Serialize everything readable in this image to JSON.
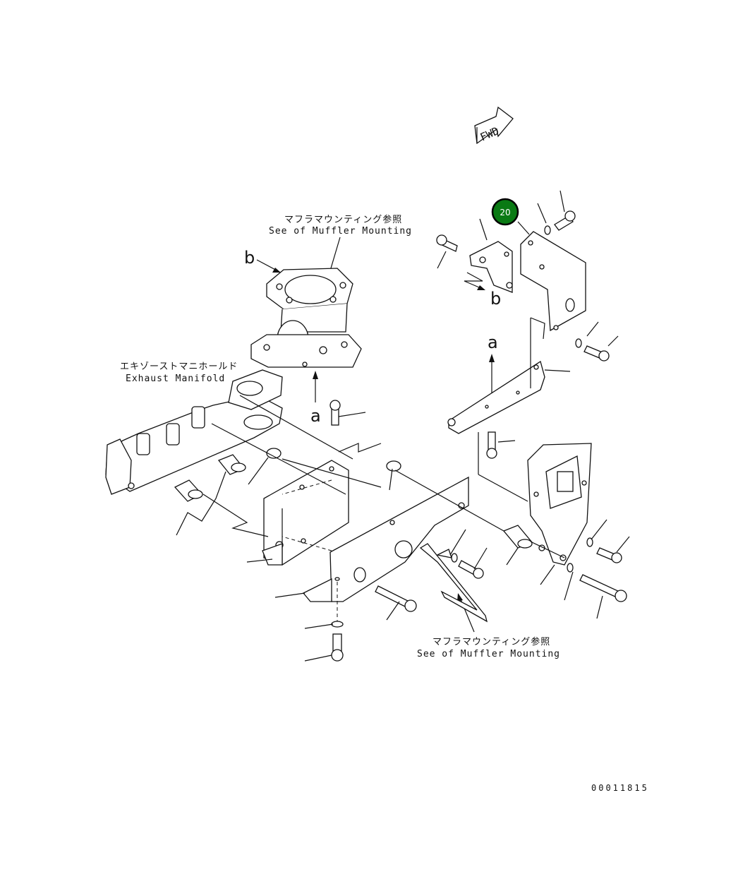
{
  "fwd_label": "FWD",
  "callouts": {
    "muffler_top_jp": "マフラマウンティング参照",
    "muffler_top_en": "See of Muffler Mounting",
    "manifold_jp": "エキゾーストマニホールド",
    "manifold_en": "Exhaust Manifold",
    "muffler_bottom_jp": "マフラマウンティング参照",
    "muffler_bottom_en": "See of Muffler Mounting"
  },
  "view_markers": {
    "b_left": "b",
    "b_right": "b",
    "a_left": "a",
    "a_right": "a"
  },
  "reference_badge": {
    "number": "20",
    "color": "#0a7a14"
  },
  "drawing_number": "00011815"
}
